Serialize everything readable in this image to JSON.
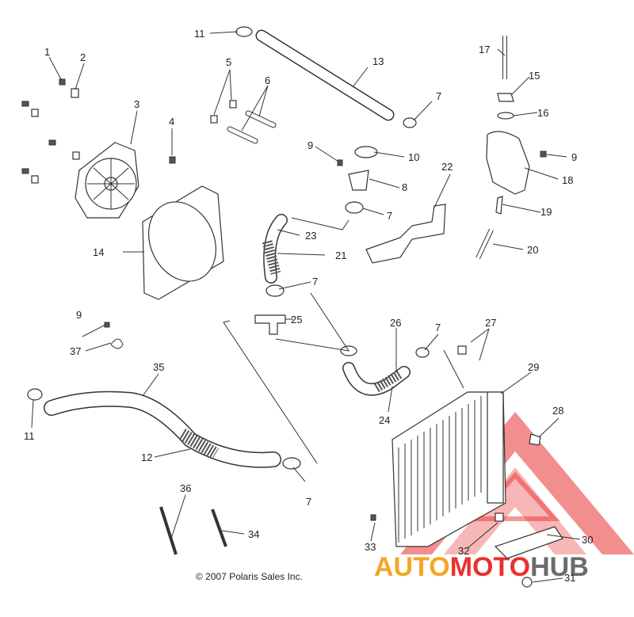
{
  "copyright": "© 2007 Polaris Sales Inc.",
  "watermark": {
    "part1": "AUTO",
    "part2": "MOTO",
    "part3": "HUB",
    "color_orange": "#f5a623",
    "color_red": "#e8322f",
    "color_gray": "#6b6b6b"
  },
  "callouts": [
    {
      "id": "c1",
      "label": "1"
    },
    {
      "id": "c2",
      "label": "2"
    },
    {
      "id": "c3",
      "label": "3"
    },
    {
      "id": "c4",
      "label": "4"
    },
    {
      "id": "c5",
      "label": "5"
    },
    {
      "id": "c6",
      "label": "6"
    },
    {
      "id": "c7a",
      "label": "7"
    },
    {
      "id": "c7b",
      "label": "7"
    },
    {
      "id": "c7c",
      "label": "7"
    },
    {
      "id": "c7d",
      "label": "7"
    },
    {
      "id": "c7e",
      "label": "7"
    },
    {
      "id": "c8",
      "label": "8"
    },
    {
      "id": "c9a",
      "label": "9"
    },
    {
      "id": "c9b",
      "label": "9"
    },
    {
      "id": "c9c",
      "label": "9"
    },
    {
      "id": "c10",
      "label": "10"
    },
    {
      "id": "c11a",
      "label": "11"
    },
    {
      "id": "c11b",
      "label": "11"
    },
    {
      "id": "c12",
      "label": "12"
    },
    {
      "id": "c13",
      "label": "13"
    },
    {
      "id": "c14",
      "label": "14"
    },
    {
      "id": "c15",
      "label": "15"
    },
    {
      "id": "c16",
      "label": "16"
    },
    {
      "id": "c17",
      "label": "17"
    },
    {
      "id": "c18",
      "label": "18"
    },
    {
      "id": "c19",
      "label": "19"
    },
    {
      "id": "c20",
      "label": "20"
    },
    {
      "id": "c21",
      "label": "21"
    },
    {
      "id": "c22",
      "label": "22"
    },
    {
      "id": "c23",
      "label": "23"
    },
    {
      "id": "c24",
      "label": "24"
    },
    {
      "id": "c25",
      "label": "25"
    },
    {
      "id": "c26",
      "label": "26"
    },
    {
      "id": "c27",
      "label": "27"
    },
    {
      "id": "c28",
      "label": "28"
    },
    {
      "id": "c29",
      "label": "29"
    },
    {
      "id": "c30",
      "label": "30"
    },
    {
      "id": "c31",
      "label": "31"
    },
    {
      "id": "c32",
      "label": "32"
    },
    {
      "id": "c33",
      "label": "33"
    },
    {
      "id": "c34",
      "label": "34"
    },
    {
      "id": "c35",
      "label": "35"
    },
    {
      "id": "c36",
      "label": "36"
    },
    {
      "id": "c37",
      "label": "37"
    }
  ]
}
